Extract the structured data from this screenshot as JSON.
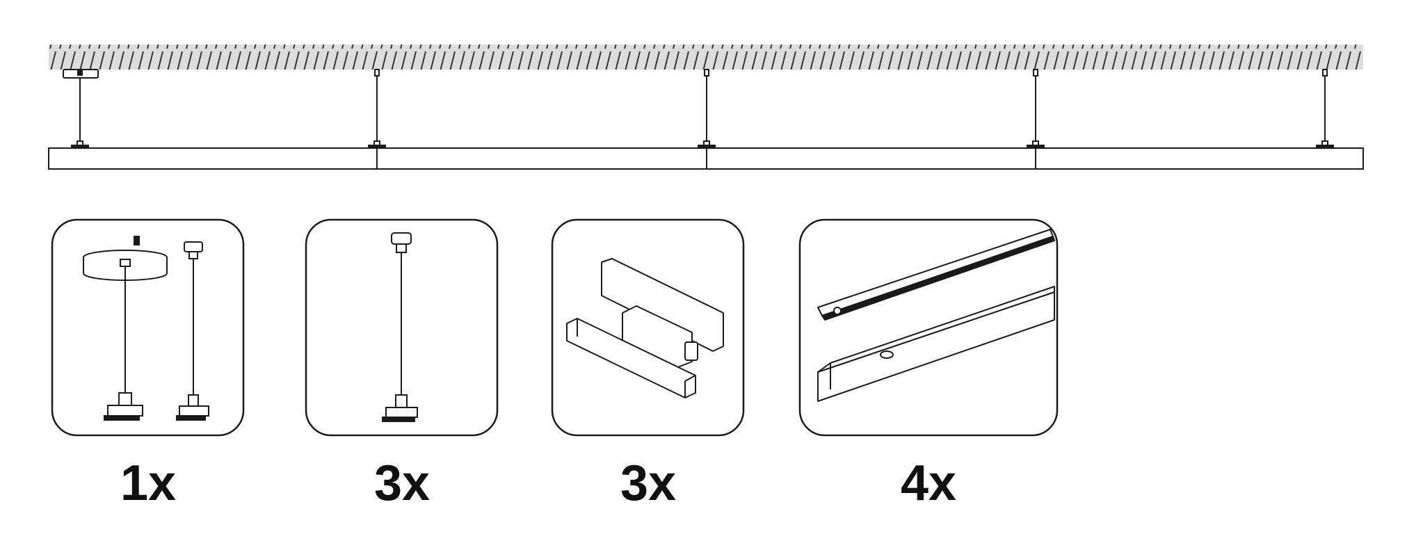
{
  "colors": {
    "line": "#1a1a1a",
    "ceiling_fill": "#dcdcdc",
    "background": "#ffffff"
  },
  "components": [
    {
      "icon": "pendant-suspension-kit-icon",
      "quantity": "1x"
    },
    {
      "icon": "wire-suspension-icon",
      "quantity": "3x"
    },
    {
      "icon": "connector-housing-icon",
      "quantity": "3x"
    },
    {
      "icon": "linear-light-profile-icon",
      "quantity": "4x"
    }
  ]
}
